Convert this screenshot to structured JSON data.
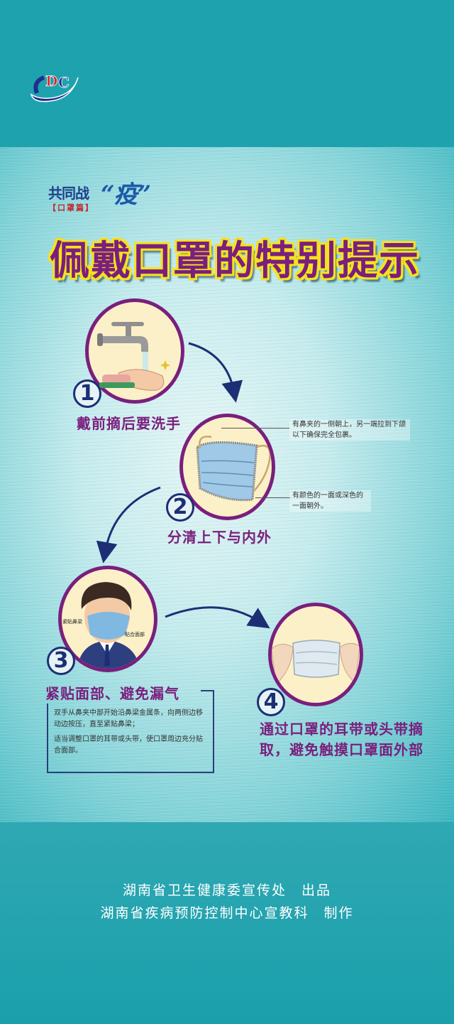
{
  "header": {
    "logo_text": "CDC",
    "series_title": "共同战",
    "series_title_emphasis": "“疫”",
    "series_subtitle": "【口罩篇】",
    "main_title": "佩戴口罩的特别提示"
  },
  "steps": [
    {
      "number": "1",
      "label": "戴前摘后要洗手",
      "illustration": "hand-washing-faucet"
    },
    {
      "number": "2",
      "label": "分清上下与内外",
      "illustration": "surgical-mask",
      "notes": [
        "有鼻夹的一侧朝上，另一端拉到下颌以下确保完全包裹。",
        "有颜色的一面或深色的一面朝外。"
      ]
    },
    {
      "number": "3",
      "label": "紧贴面部、避免漏气",
      "illustration": "man-wearing-mask",
      "face_tags": [
        "紧贴鼻梁",
        "贴合面部"
      ],
      "details": [
        "双手从鼻夹中部开始沿鼻梁金属条，向两侧边移动边按压，直至紧贴鼻梁；",
        "适当调整口罩的耳带或头带，使口罩周边充分贴合面部。"
      ]
    },
    {
      "number": "4",
      "label": "通过口罩的耳带或头带摘取，避免触摸口罩面外部",
      "illustration": "hands-holding-mask-straps"
    }
  ],
  "footer": {
    "line1": "湖南省卫生健康委宣传处　出品",
    "line2": "湖南省疾病预防控制中心宣教科　制作"
  },
  "colors": {
    "teal_band": "#1ea2ad",
    "title_purple": "#7a1f7d",
    "title_outline_yellow": "#f6e21d",
    "number_navy": "#1c2f75",
    "circle_fill": "#fbf0c8"
  }
}
